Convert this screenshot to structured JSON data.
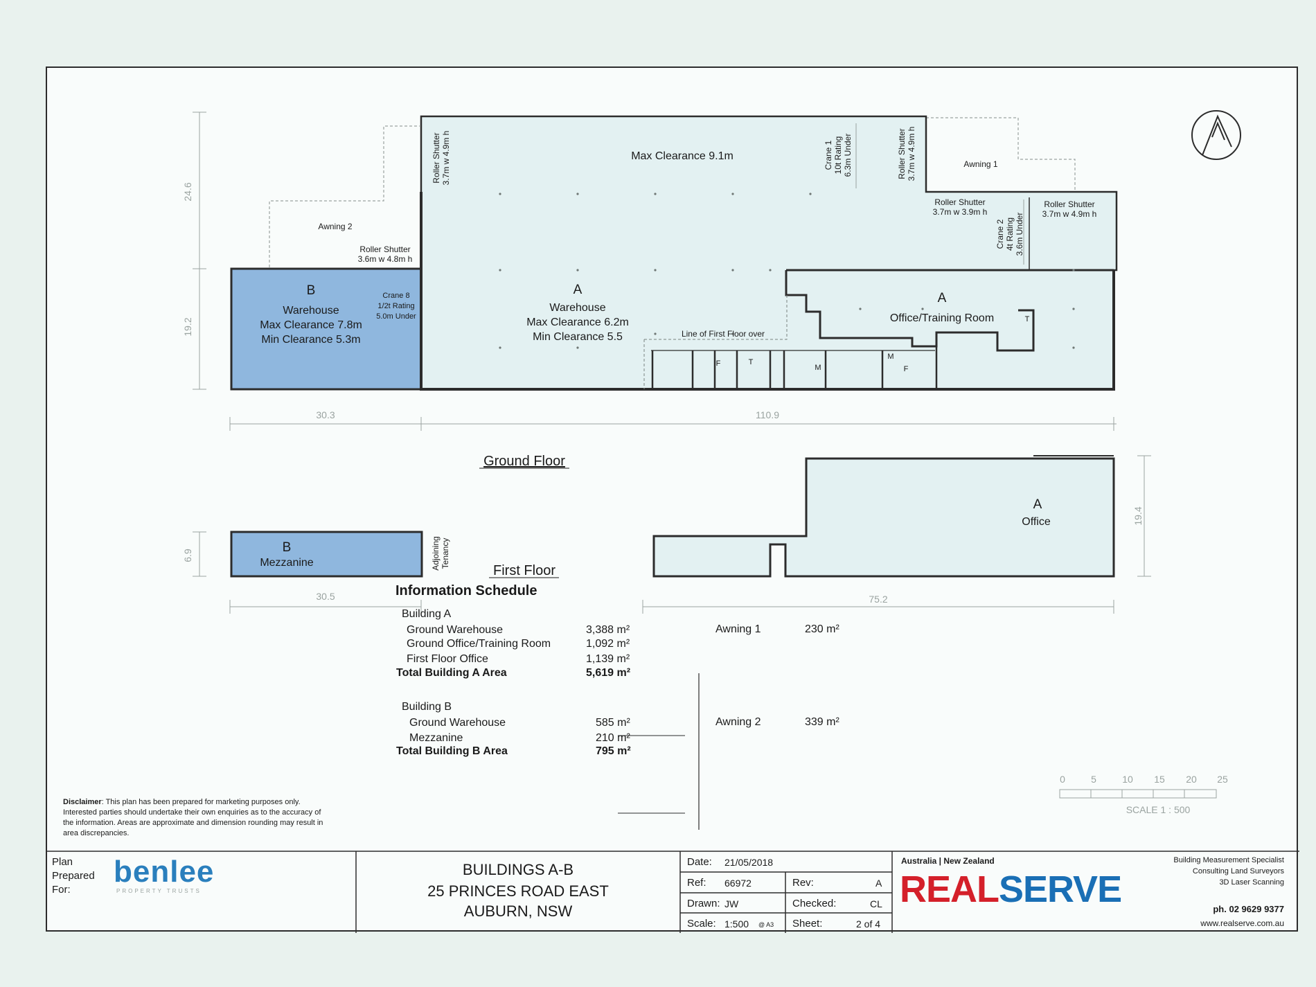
{
  "ground_floor": {
    "title": "Ground Floor",
    "building_b": {
      "letter": "B",
      "use": "Warehouse",
      "max_clearance": "Max Clearance 7.8m",
      "min_clearance": "Min Clearance 5.3m"
    },
    "building_a_warehouse": {
      "letter": "A",
      "use": "Warehouse",
      "max_clearance": "Max Clearance 6.2m",
      "min_clearance": "Min Clearance 5.5"
    },
    "building_a_office": {
      "letter": "A",
      "use": "Office/Training Room"
    },
    "max_clearance_top": "Max Clearance 9.1m",
    "awning_1": "Awning 1",
    "awning_2": "Awning 2",
    "line_first_floor": "Line of First Floor over",
    "roller_shutters": [
      {
        "line1": "Roller Shutter",
        "line2": "3.6m w 4.8m h"
      },
      {
        "line1": "Roller Shutter",
        "line2": "3.7m w 4.9m h"
      },
      {
        "line1": "Roller Shutter",
        "line2": "3.7m w 4.9m h"
      },
      {
        "line1": "Roller Shutter",
        "line2": "3.7m w 3.9m h"
      },
      {
        "line1": "Roller Shutter",
        "line2": "3.7m w 4.9m h"
      }
    ],
    "crane_b": [
      "Crane 8",
      "1/2t Rating",
      "5.0m Under"
    ],
    "crane_1": [
      "Crane 1",
      "10t Rating",
      "6.3m Under"
    ],
    "crane_2": [
      "Crane 2",
      "4t Rating",
      "3.6m Under"
    ],
    "room_labels": {
      "f1": "F",
      "t1": "T",
      "m1": "M",
      "m2": "M",
      "f2": "F",
      "t2": "T"
    },
    "dims": {
      "height_top": "24.6",
      "height_b": "19.2",
      "width_b": "30.3",
      "width_a": "110.9"
    }
  },
  "first_floor": {
    "title": "First Floor",
    "mezzanine": {
      "letter": "B",
      "use": "Mezzanine"
    },
    "office": {
      "letter": "A",
      "use": "Office"
    },
    "adjoining": [
      "Adjoining",
      "Tenancy"
    ],
    "dims": {
      "height_b": "6.9",
      "width_b": "30.5",
      "width_a": "75.2",
      "height_a": "19.4"
    }
  },
  "schedule": {
    "title": "Information Schedule",
    "building_a": {
      "heading": "Building A",
      "rows": [
        {
          "label": "Ground Warehouse",
          "value": "3,388 m²"
        },
        {
          "label": "Ground Office/Training Room",
          "value": "1,092 m²"
        },
        {
          "label": "First Floor Office",
          "value": "1,139 m²"
        }
      ],
      "total_label": "Total Building A Area",
      "total_value": "5,619 m²"
    },
    "building_b": {
      "heading": "Building B",
      "rows": [
        {
          "label": "Ground Warehouse",
          "value": "585 m²"
        },
        {
          "label": "Mezzanine",
          "value": "210 m²"
        }
      ],
      "total_label": "Total Building B Area",
      "total_value": "795 m²"
    },
    "awnings": [
      {
        "label": "Awning 1",
        "value": "230 m²"
      },
      {
        "label": "Awning 2",
        "value": "339 m²"
      }
    ]
  },
  "scale_bar": {
    "ticks": [
      "0",
      "5",
      "10",
      "15",
      "20",
      "25"
    ],
    "caption": "SCALE 1 : 500"
  },
  "disclaimer": {
    "bold": "Disclaimer",
    "text": ": This plan has been prepared for marketing purposes only. Interested parties should undertake their own enquiries as to the accuracy of the information. Areas are approximate and dimension rounding may result in area discrepancies."
  },
  "title_block": {
    "plan_prepared_for": [
      "Plan",
      "Prepared",
      "For:"
    ],
    "client_logo": "benlee",
    "client_logo_sub": "PROPERTY TRUSTS",
    "project": [
      "BUILDINGS A-B",
      "25 PRINCES ROAD EAST",
      "AUBURN, NSW"
    ],
    "date_label": "Date:",
    "date": "21/05/2018",
    "ref_label": "Ref:",
    "ref": "66972",
    "rev_label": "Rev:",
    "rev": "A",
    "drawn_label": "Drawn:",
    "drawn": "JW",
    "checked_label": "Checked:",
    "checked": "CL",
    "scale_label": "Scale:",
    "scale": "1:500",
    "scale_suffix": "@ A3",
    "sheet_label": "Sheet:",
    "sheet": "2 of 4",
    "region": "Australia | New Zealand",
    "brand_a": "REAL",
    "brand_b": "SERVE",
    "services": [
      "Building Measurement Specialist",
      "Consulting Land Surveyors",
      "3D Laser Scanning"
    ],
    "phone": "ph. 02 9629 9377",
    "website": "www.realserve.com.au"
  },
  "colors": {
    "building_b": "#8fb7de",
    "building_a": "#e3f1f2",
    "realserve_red": "#d4202a",
    "realserve_blue": "#1a6fb5",
    "benlee_blue": "#2a7fbd"
  }
}
